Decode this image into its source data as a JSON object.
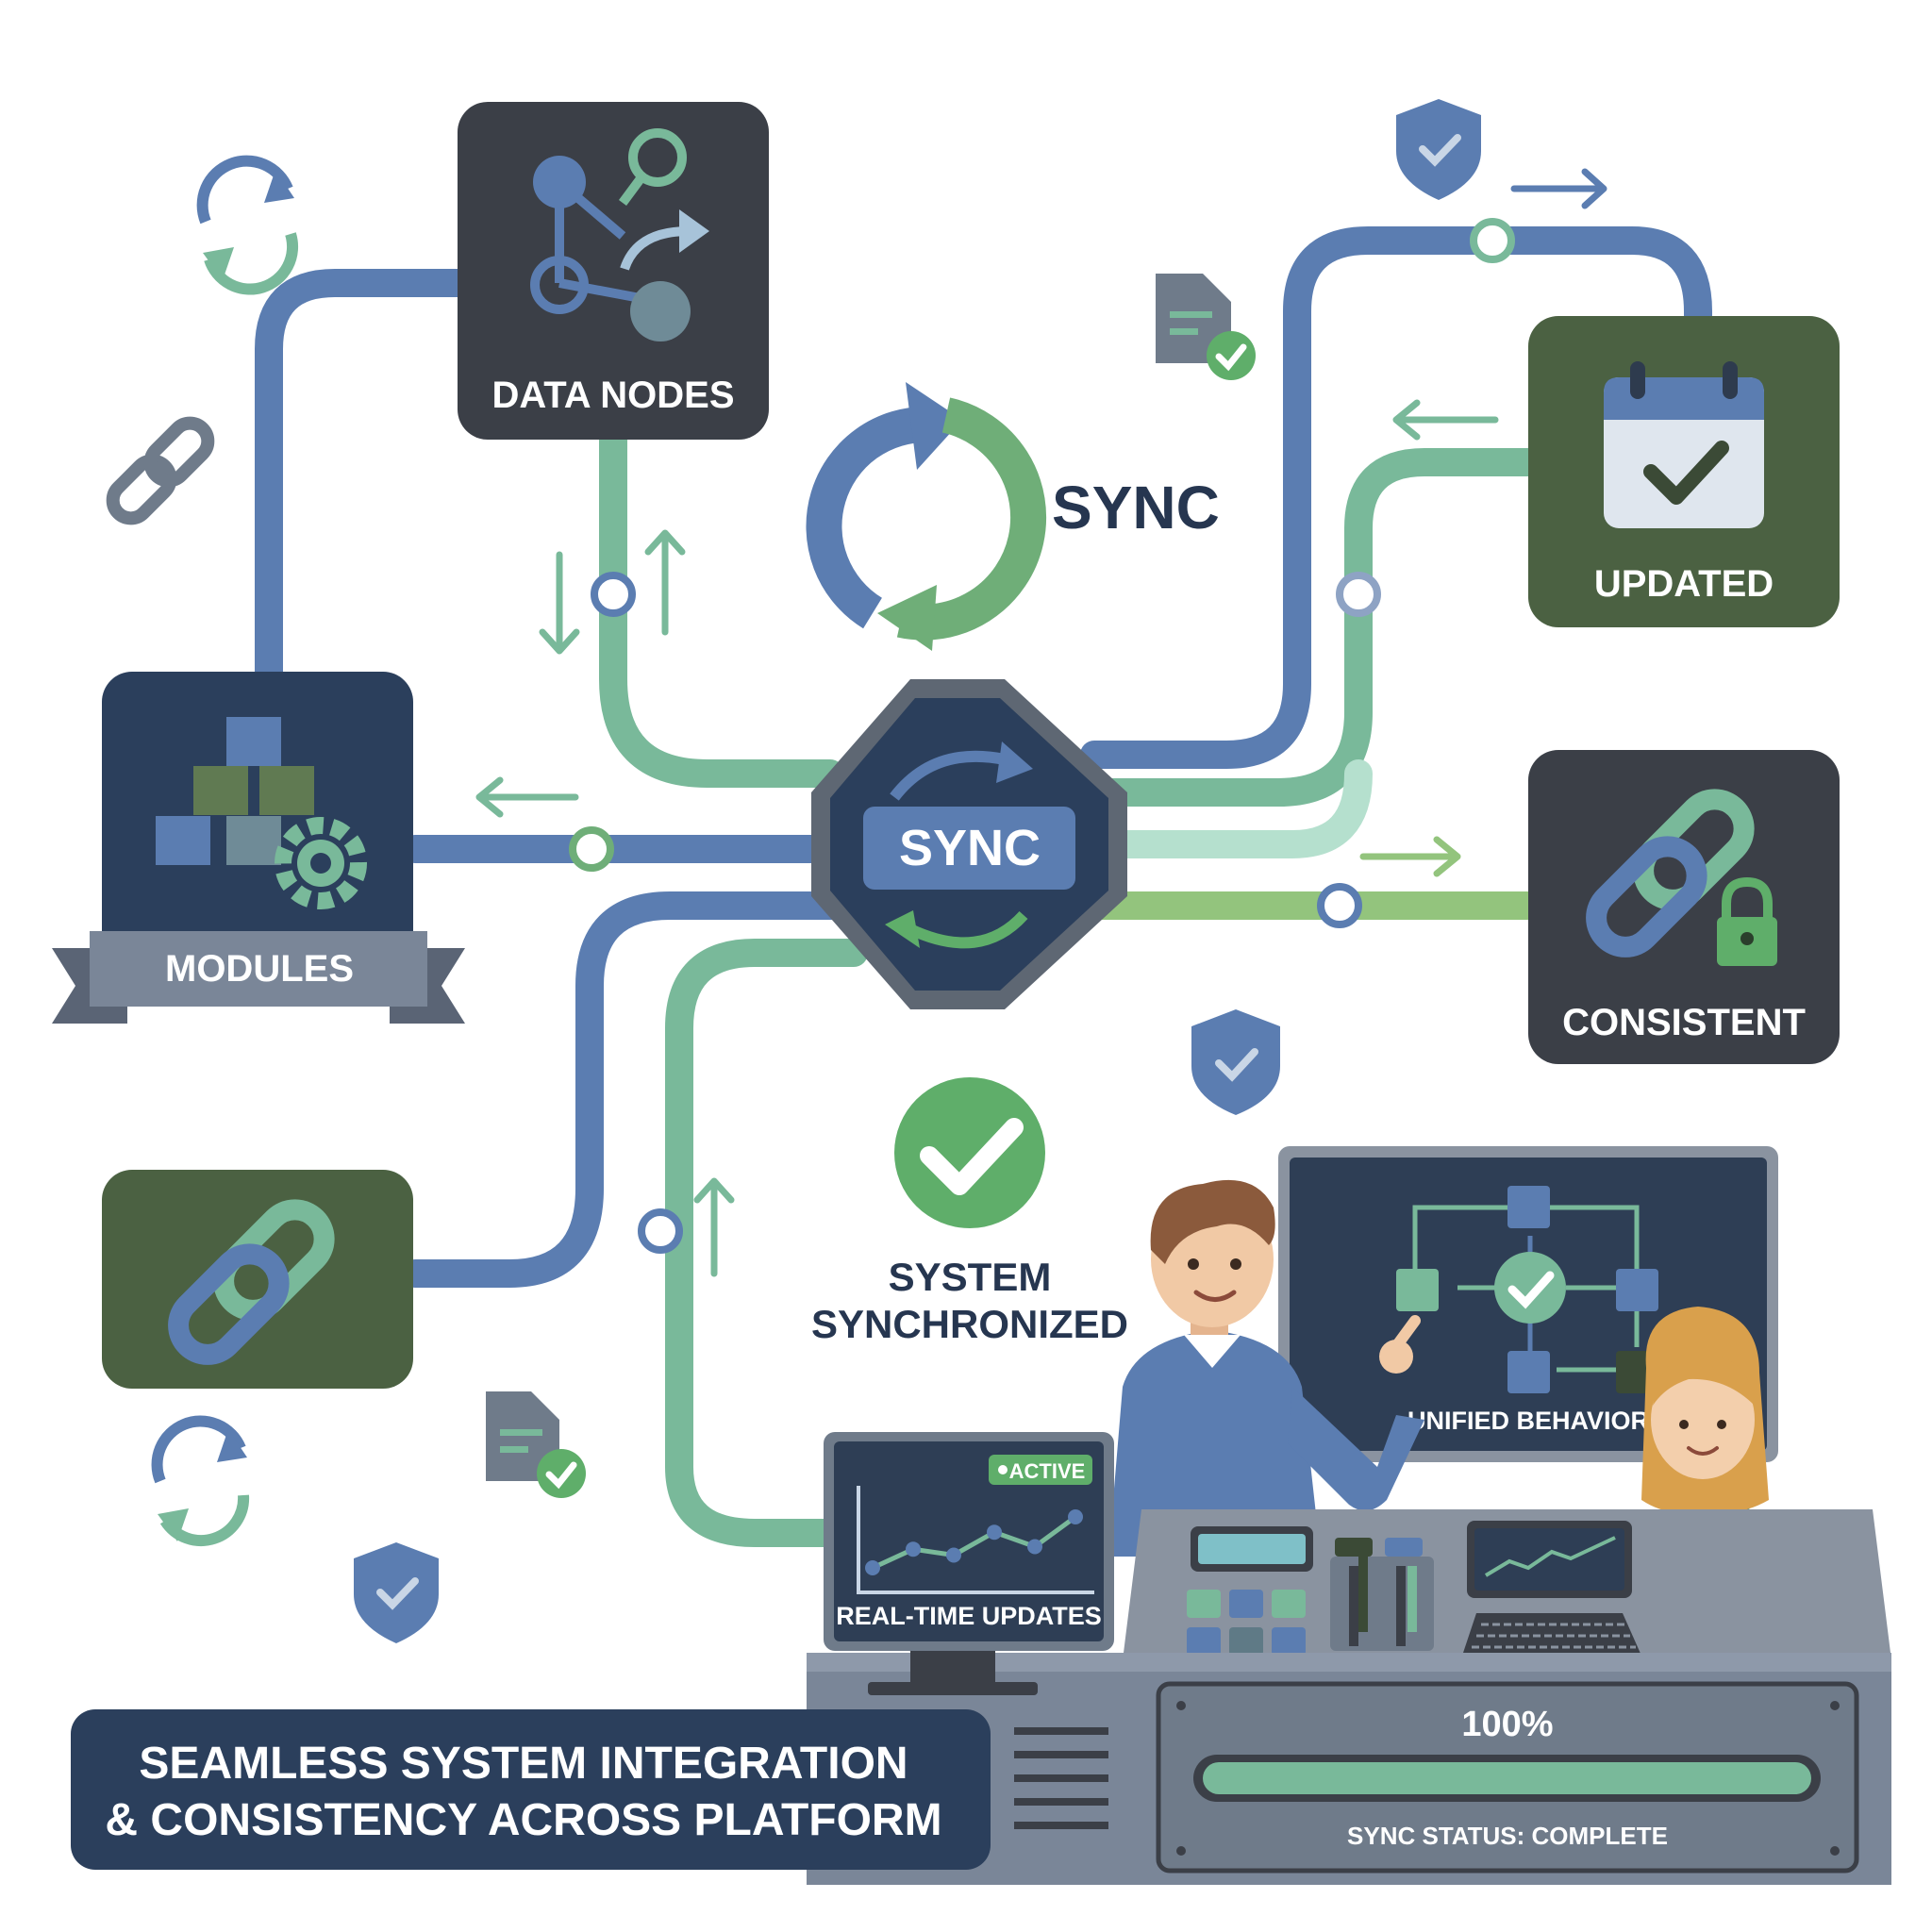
{
  "nodes": {
    "data_nodes": "DATA NODES",
    "updated": "UPDATED",
    "modules": "MODULES",
    "consistent": "CONSISTENT",
    "hub": "SYNC"
  },
  "sync_label": "SYNC",
  "system_status": {
    "line1": "SYSTEM",
    "line2": "SYNCHRONIZED"
  },
  "monitor_left": {
    "badge": "ACTIVE",
    "caption": "REAL-TIME UPDATES",
    "trend": [
      0.2,
      0.42,
      0.35,
      0.62,
      0.45,
      0.8
    ]
  },
  "monitor_right": {
    "caption": "UNIFIED BEHAVIOR"
  },
  "console": {
    "progress_value": 1.0,
    "progress_label": "100%",
    "status": "SYNC STATUS: COMPLETE"
  },
  "banner": {
    "line1": "SEAMLESS SYSTEM INTEGRATION",
    "line2": "& CONSISTENCY ACROSS PLATFORM"
  },
  "colors": {
    "blue": "#5b7db1",
    "green": "#79b99a",
    "light_green": "#93c47d",
    "dark_navy": "#2b3f5c",
    "charcoal": "#3b3f47",
    "olive": "#4b6142",
    "accent_green": "#5fae6a",
    "text_navy": "#263650"
  }
}
